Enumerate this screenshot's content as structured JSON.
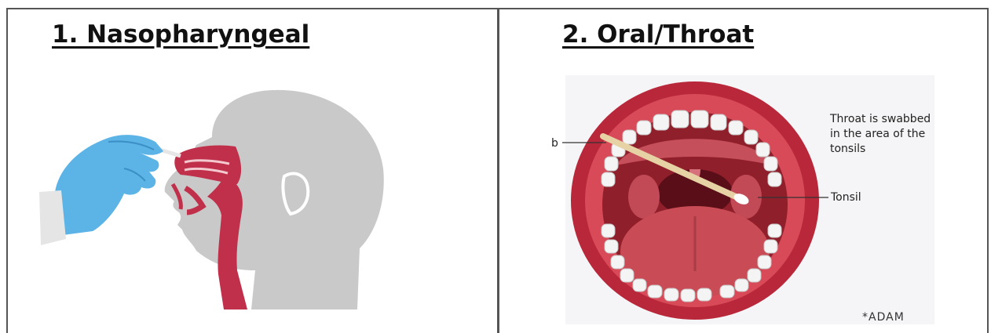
{
  "panels": [
    {
      "title": "1. Nasopharyngeal"
    },
    {
      "title": "2. Oral/Throat"
    }
  ],
  "oral_labels": {
    "pointer": "b",
    "caption": "Throat is swabbed in the area of the tonsils",
    "tonsil": "Tonsil",
    "watermark": "*ADAM"
  },
  "colors": {
    "border": "#555555",
    "head_silhouette": "#c9c9c9",
    "airway": "#c0304a",
    "glove": "#5bb3e6",
    "lips": "#b8283a",
    "mouth_inside": "#a82a35",
    "tongue": "#c94b55",
    "teeth": "#f4f4f4",
    "swab": "#e6d2a4"
  }
}
